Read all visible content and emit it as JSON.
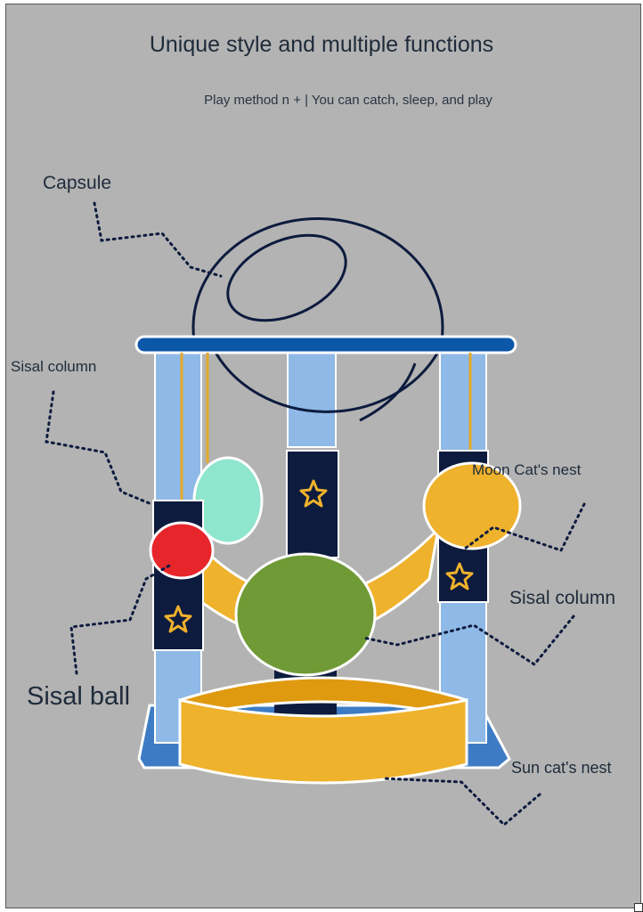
{
  "header": {
    "title": "Unique style and multiple functions",
    "subtitle": "Play method n + | You can catch, sleep, and play"
  },
  "labels": {
    "capsule": "Capsule",
    "sisal_column_left": "Sisal column",
    "moon_nest": "Moon Cat's nest",
    "sisal_column_right": "Sisal column",
    "sisal_ball": "Sisal ball",
    "sun_nest": "Sun cat's nest"
  },
  "colors": {
    "background": "#b3b3b3",
    "navy": "#0d1b3e",
    "light_blue": "#8fb9e6",
    "blue_bar": "#0b57a8",
    "orange": "#efb22c",
    "dark_orange": "#e09a0f",
    "mint": "#8ee6cc",
    "red": "#e7262b",
    "green": "#6f9a35",
    "base_blue": "#3d7cc4"
  },
  "icons": [
    "star-icon"
  ]
}
